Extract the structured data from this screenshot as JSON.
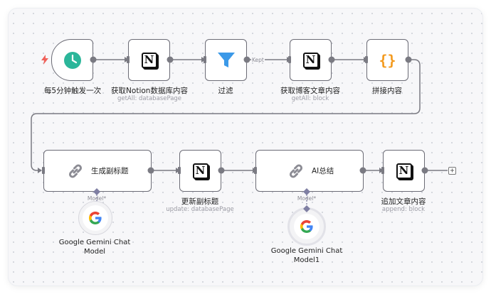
{
  "nodes": {
    "trigger": {
      "title": "每5分钟触发一次"
    },
    "get_notion_db": {
      "title": "获取Notion数据库内容",
      "subtitle": "getAll: databasePage"
    },
    "filter": {
      "title": "过滤",
      "kept_label": "Kept"
    },
    "get_blog": {
      "title": "获取博客文章内容",
      "subtitle": "getAll: block"
    },
    "merge": {
      "title": "拼接内容"
    },
    "gen_subtitle": {
      "label": "生成副标题",
      "port_label": "Model*"
    },
    "update_subtitle": {
      "title": "更新副标题",
      "subtitle": "update: databasePage"
    },
    "ai_summary": {
      "label": "AI总结",
      "port_label": "Model*"
    },
    "append_content": {
      "title": "追加文章内容",
      "subtitle": "append: block"
    }
  },
  "sub_nodes": {
    "gemini1": {
      "title_line1": "Google Gemini Chat",
      "title_line2": "Model"
    },
    "gemini2": {
      "title_line1": "Google Gemini Chat",
      "title_line2": "Model1"
    }
  },
  "add_button": {
    "label": "+"
  },
  "colors": {
    "trigger_accent": "#2bb69a",
    "bolt": "#f0615a",
    "filter": "#3b99e8",
    "braces": "#f39a1e",
    "wire": "#7a7a82"
  }
}
